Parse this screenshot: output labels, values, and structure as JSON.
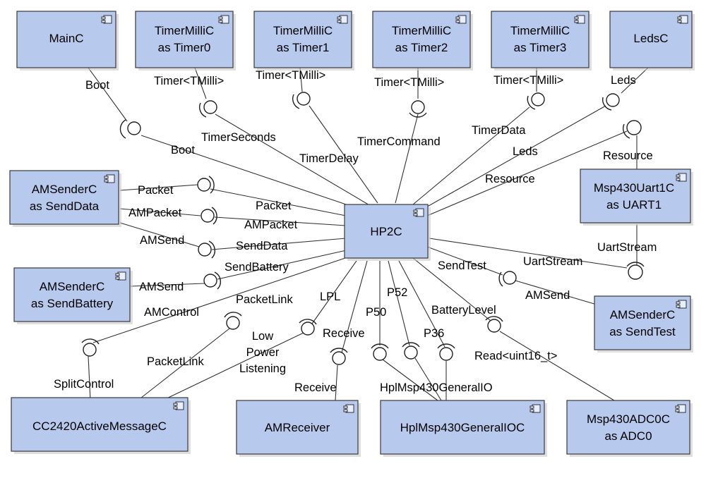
{
  "components": {
    "mainc": "MainC",
    "timer0": [
      "TimerMilliC",
      "as Timer0"
    ],
    "timer1": [
      "TimerMilliC",
      "as Timer1"
    ],
    "timer2": [
      "TimerMilliC",
      "as Timer2"
    ],
    "timer3": [
      "TimerMilliC",
      "as Timer3"
    ],
    "ledsc": "LedsC",
    "sendData": [
      "AMSenderC",
      "as SendData"
    ],
    "sendBattery": [
      "AMSenderC",
      "as SendBattery"
    ],
    "uart": [
      "Msp430Uart1C",
      "as UART1"
    ],
    "hp2c": "HP2C",
    "sendTest": [
      "AMSenderC",
      "as SendTest"
    ],
    "cc2420": "CC2420ActiveMessageC",
    "amreceiver": "AMReceiver",
    "gpio": "HplMsp430GeneralIOC",
    "adc": [
      "Msp430ADC0C",
      "as ADC0"
    ]
  },
  "labels": {
    "boot_outer": "Boot",
    "boot_inner": "Boot",
    "timer_if_0": "Timer<TMilli>",
    "timer_if_1": "Timer<TMilli>",
    "timer_if_2": "Timer<TMilli>",
    "timer_if_3": "Timer<TMilli>",
    "timer_seconds": "TimerSeconds",
    "timer_delay": "TimerDelay",
    "timer_command": "TimerCommand",
    "timer_data": "TimerData",
    "leds_outer": "Leds",
    "leds_inner": "Leds",
    "resource_outer": "Resource",
    "resource_inner": "Resource",
    "packet_outer": "Packet",
    "packet_inner": "Packet",
    "ampacket_outer": "AMPacket",
    "ampacket_inner": "AMPacket",
    "amsend_data": "AMSend",
    "senddata": "SendData",
    "amsend_battery": "AMSend",
    "sendbattery": "SendBattery",
    "amcontrol": "AMControl",
    "packetlink_inner": "PacketLink",
    "packetlink_outer": "PacketLink",
    "splitcontrol": "SplitControl",
    "lpl": "LPL",
    "low_power": [
      "Low",
      "Power",
      "Listening"
    ],
    "receive_inner": "Receive",
    "receive_outer": "Receive",
    "p50": "P50",
    "p52": "P52",
    "p36": "P36",
    "hplgpio": "HplMsp430GeneralIO",
    "batterylevel": "BatteryLevel",
    "read": "Read<uint16_t>",
    "sendtest": "SendTest",
    "amsend_test": "AMSend",
    "uartstream_inner": "UartStream",
    "uartstream_outer": "UartStream"
  }
}
